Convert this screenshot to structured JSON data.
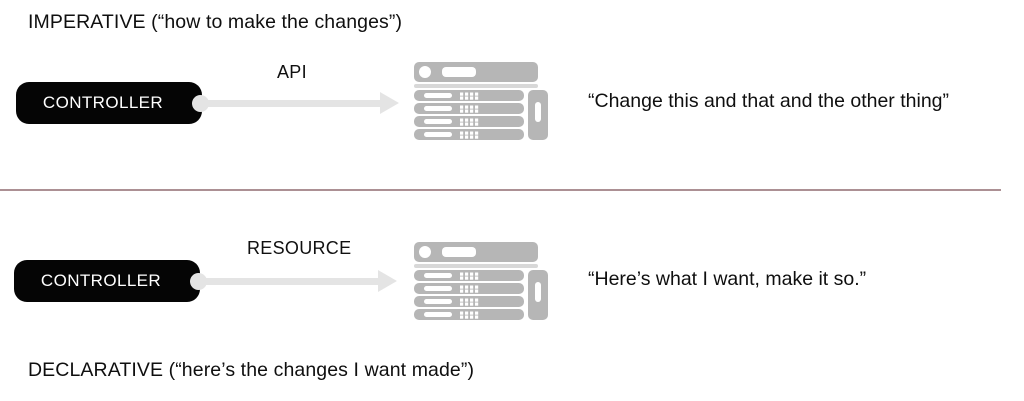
{
  "diagram": {
    "title_top": "IMPERATIVE (“how to make the changes”)",
    "title_bottom": "DECLARATIVE (“here’s the changes I want made”)",
    "colors": {
      "controller_fill": "#050505",
      "controller_text": "#ffffff",
      "arrow": "#e4e4e4",
      "server": "#b4b4b4",
      "divider": "#9e7d81",
      "text": "#0f0f0f",
      "background": "#ffffff"
    },
    "panels": [
      {
        "id": "imperative",
        "controller_label": "CONTROLLER",
        "arrow_label": "API",
        "target_icon": "server-rack-icon",
        "quote": "“Change this and that and the other thing”"
      },
      {
        "id": "declarative",
        "controller_label": "CONTROLLER",
        "arrow_label": "RESOURCE",
        "target_icon": "server-rack-icon",
        "quote": "“Here’s what I want, make it so.”"
      }
    ]
  }
}
